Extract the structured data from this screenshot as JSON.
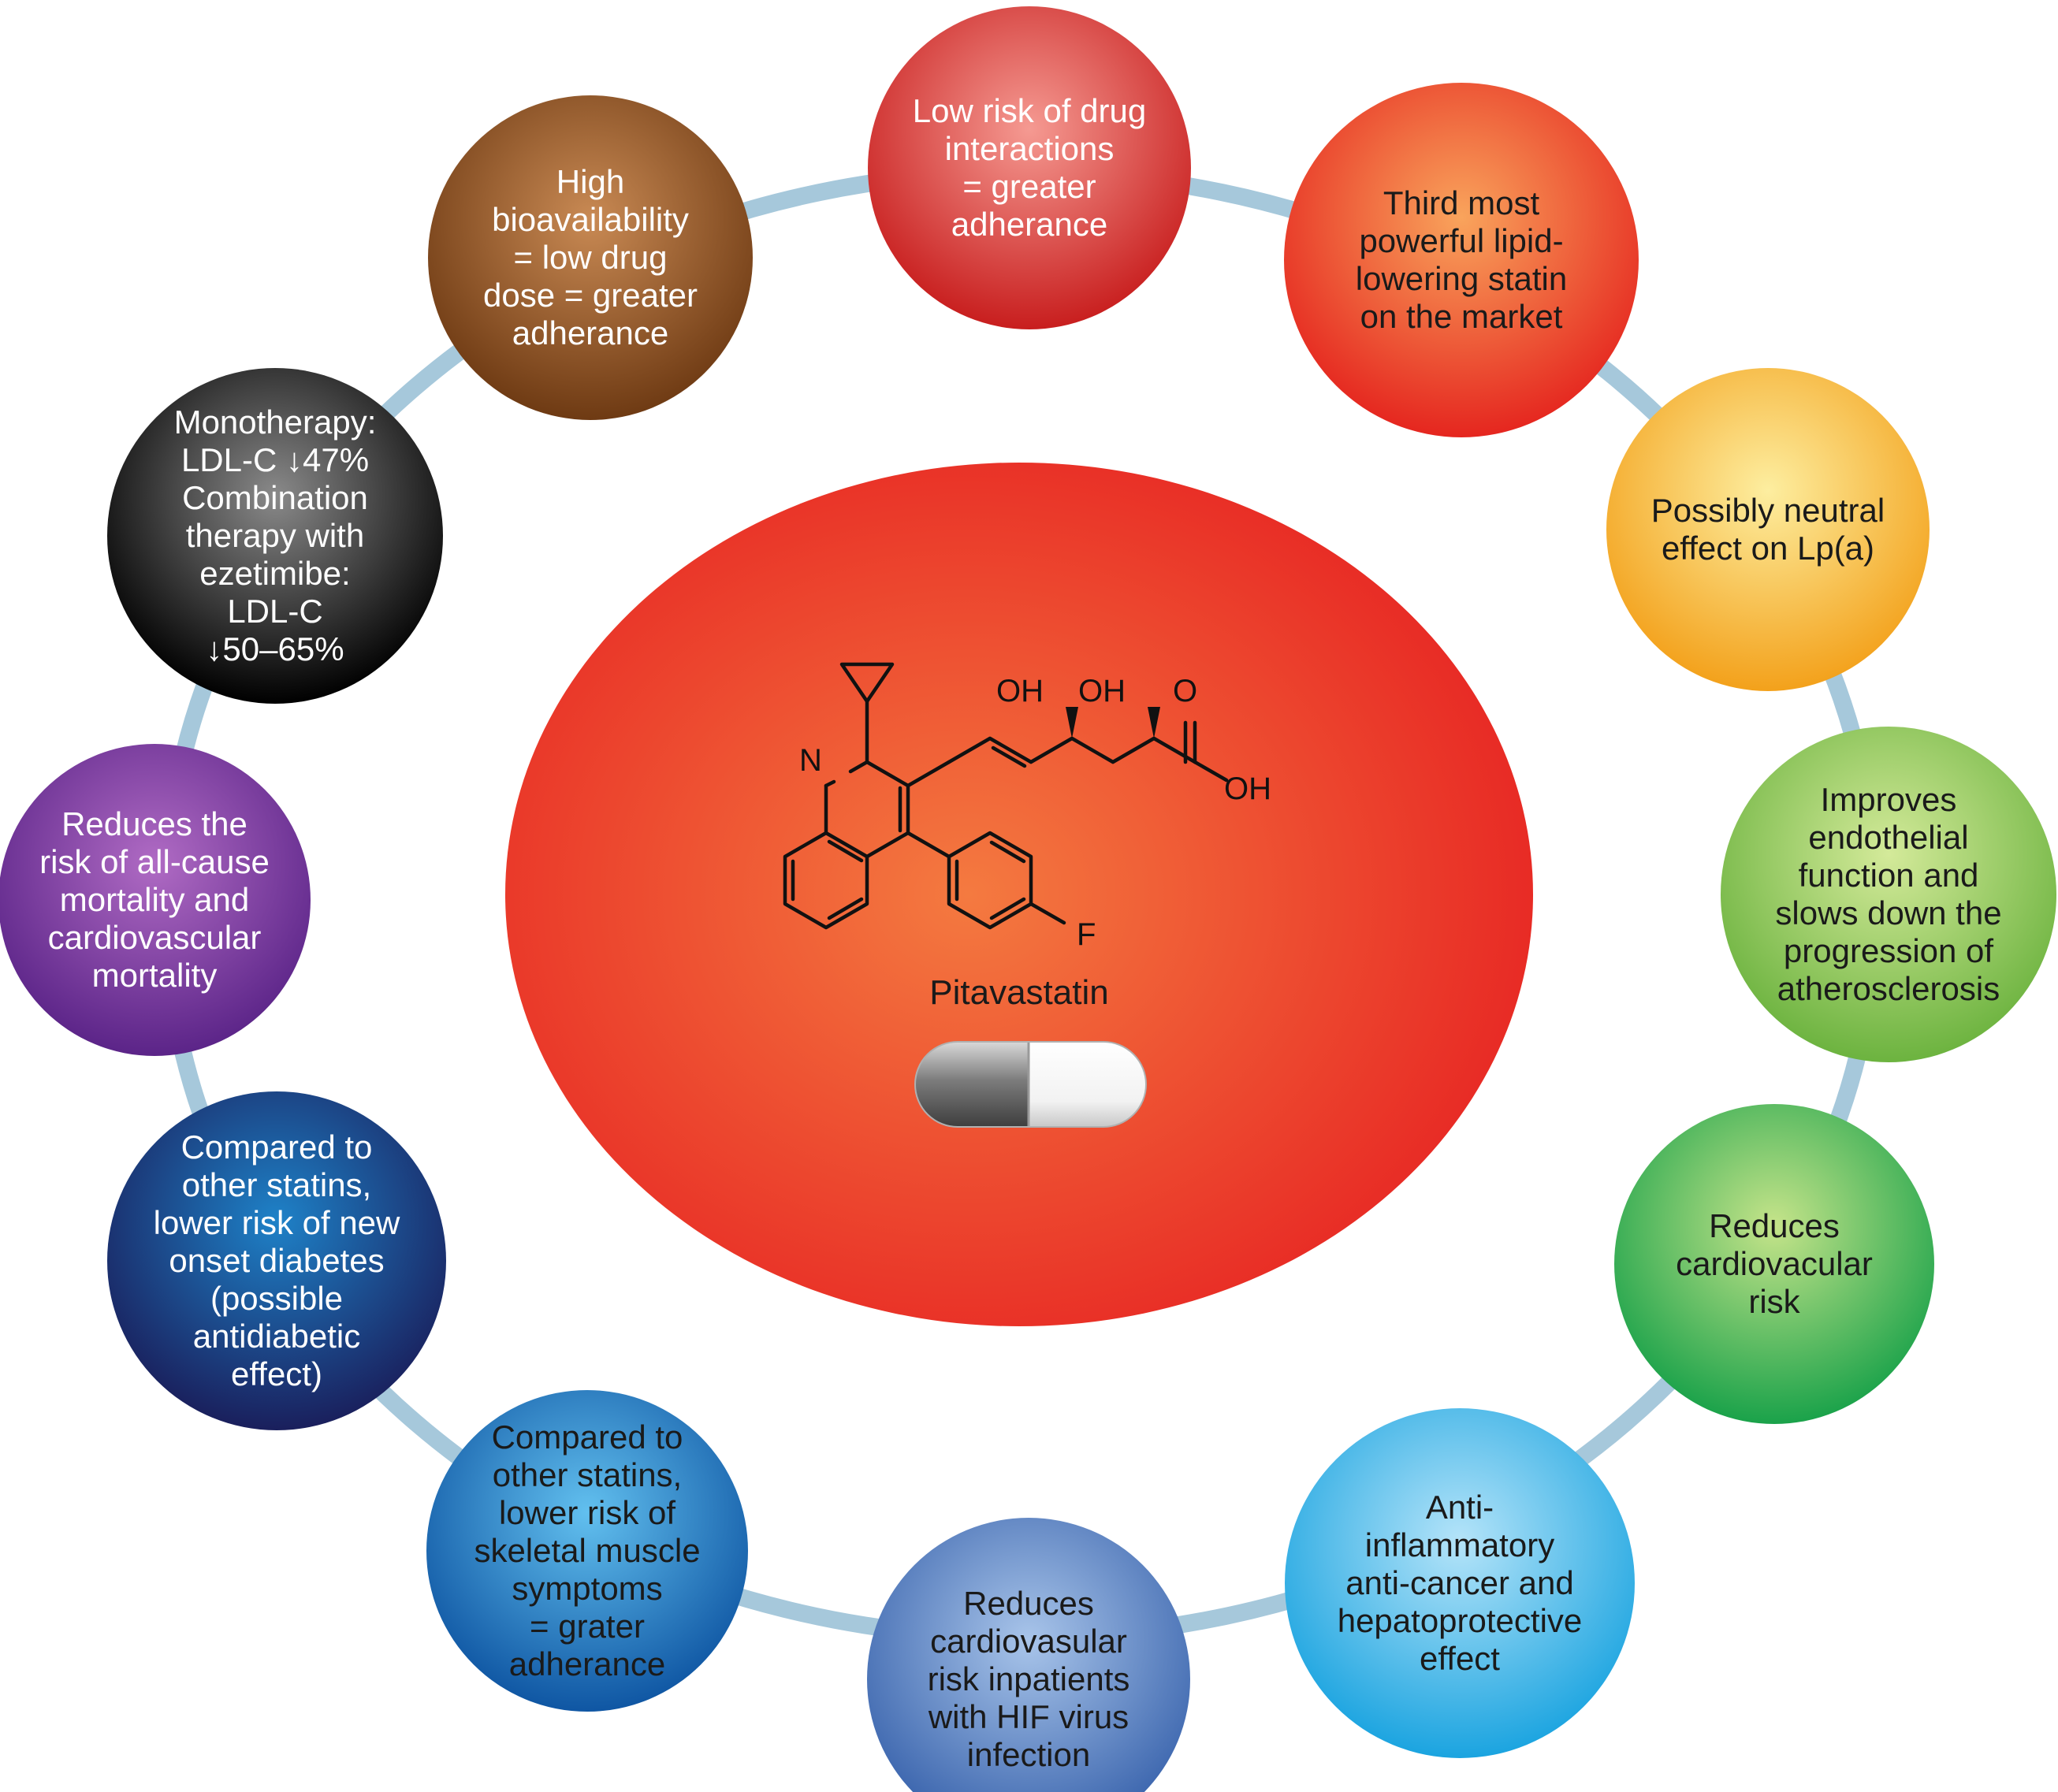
{
  "center": {
    "drug_name": "Pitavastatin",
    "atoms": {
      "n": "N",
      "oh1": "OH",
      "oh2": "OH",
      "o": "O",
      "oh3": "OH",
      "f": "F"
    },
    "colors": {
      "inner": "#f47a40",
      "outer": "#e82b25"
    }
  },
  "ring": {
    "color": "#a6c8db"
  },
  "nodes": [
    {
      "id": "drug-interactions",
      "text_color": "light",
      "colors": [
        "#f59a92",
        "#c81e1e"
      ],
      "lines": [
        "Low risk of drug",
        "interactions",
        "= greater",
        "adherance"
      ]
    },
    {
      "id": "third-most-powerful",
      "text_color": "dark",
      "colors": [
        "#f9a45c",
        "#e5261f"
      ],
      "lines": [
        "Third most",
        "powerful lipid-",
        "lowering statin",
        "on the market"
      ]
    },
    {
      "id": "neutral-lpa",
      "text_color": "dark",
      "colors": [
        "#fdeea0",
        "#f3a11b"
      ],
      "lines": [
        "Possibly neutral",
        "effect on Lp(a)"
      ]
    },
    {
      "id": "endothelial-function",
      "text_color": "dark",
      "colors": [
        "#d4ea9a",
        "#6cb33f"
      ],
      "lines": [
        "Improves",
        "endothelial",
        "function and",
        "slows down the",
        "progression of",
        "atherosclerosis"
      ]
    },
    {
      "id": "cardiovascular-risk",
      "text_color": "dark",
      "colors": [
        "#c6e48a",
        "#1aa24a"
      ],
      "lines": [
        "Reduces",
        "cardiovacular",
        "risk"
      ]
    },
    {
      "id": "anti-inflammatory",
      "text_color": "dark",
      "colors": [
        "#b5e4f9",
        "#1ba4e0"
      ],
      "lines": [
        "Anti-",
        "inflammatory",
        "anti-cancer and",
        "hepatoprotective",
        "effect"
      ]
    },
    {
      "id": "hiv-patients",
      "text_color": "dark",
      "colors": [
        "#a9c5ea",
        "#3a64ad"
      ],
      "lines": [
        "Reduces",
        "cardiovasular",
        "risk inpatients",
        "with HIF virus",
        "infection"
      ]
    },
    {
      "id": "skeletal-muscle",
      "text_color": "dark",
      "colors": [
        "#62c0ef",
        "#0f56a3"
      ],
      "lines": [
        "Compared to",
        "other statins,",
        "lower risk of",
        "skeletal muscle",
        "symptoms",
        "= grater",
        "adherance"
      ]
    },
    {
      "id": "new-onset-diabetes",
      "text_color": "light",
      "colors": [
        "#1e82c8",
        "#1a1f5c"
      ],
      "lines": [
        "Compared to",
        "other statins,",
        "lower risk of new",
        "onset diabetes",
        "(possible",
        "antidiabetic",
        "effect)"
      ]
    },
    {
      "id": "mortality",
      "text_color": "light",
      "colors": [
        "#b06bc4",
        "#5b2488"
      ],
      "lines": [
        "Reduces the",
        "risk of all-cause",
        "mortality and",
        "cardiovascular",
        "mortality"
      ]
    },
    {
      "id": "monotherapy",
      "text_color": "light",
      "colors": [
        "#8a8a8a",
        "#000000"
      ],
      "lines": [
        "Monotherapy:",
        "LDL-C ↓47%",
        "Combination",
        "therapy with",
        "ezetimibe:",
        "LDL-C",
        "↓50–65%"
      ]
    },
    {
      "id": "bioavailability",
      "text_color": "light",
      "colors": [
        "#c98a54",
        "#6e3a13"
      ],
      "lines": [
        "High",
        "bioavailability",
        "= low drug",
        "dose = greater",
        "adherance"
      ]
    }
  ]
}
